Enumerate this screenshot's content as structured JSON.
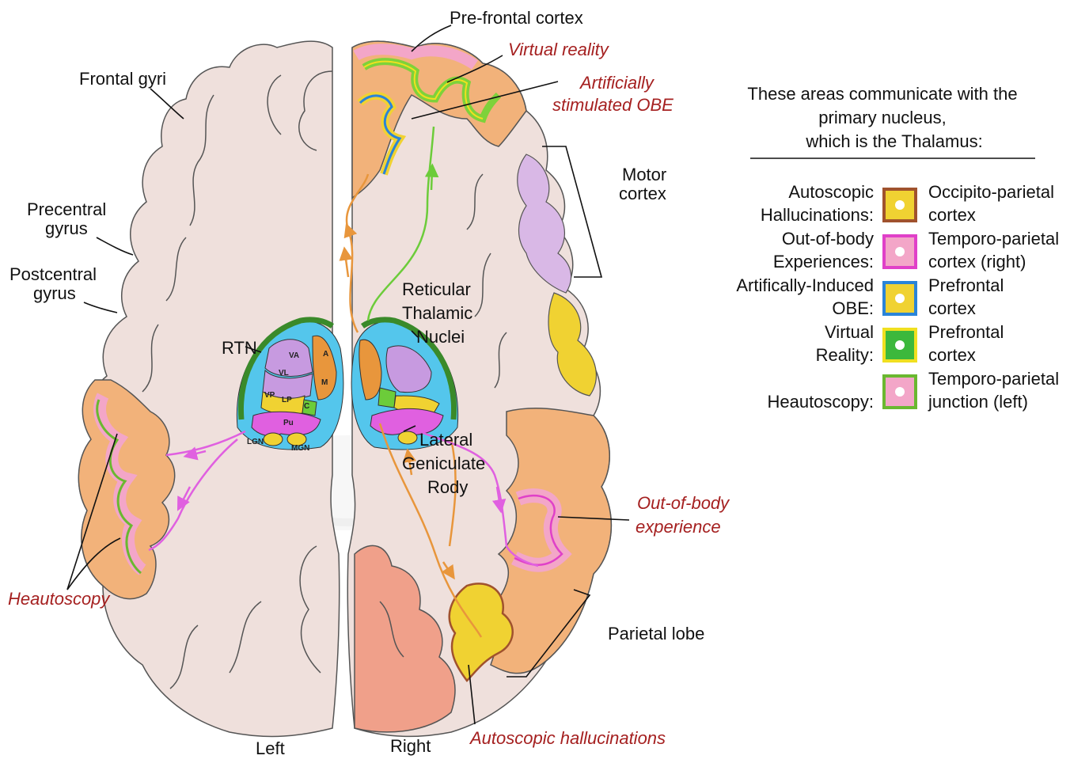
{
  "labels": {
    "prefrontal_cortex": "Pre-frontal cortex",
    "frontal_gyri": "Frontal gyri",
    "precentral_1": "Precentral",
    "precentral_2": "gyrus",
    "postcentral_1": "Postcentral",
    "postcentral_2": "gyrus",
    "motor_1": "Motor",
    "motor_2": "cortex",
    "rtn": "RTN",
    "reticular_1": "Reticular",
    "reticular_2": "Thalamic",
    "reticular_3": "Nuclei",
    "lateral_1": "Lateral",
    "lateral_2": "Geniculate",
    "lateral_3": "Rody",
    "parietal_lobe": "Parietal lobe",
    "left": "Left",
    "right": "Right"
  },
  "annotations": {
    "virtual_reality": "Virtual reality",
    "artificial_1": "Artificially",
    "artificial_2": "stimulated OBE",
    "out_of_body_1": "Out-of-body",
    "out_of_body_2": "experience",
    "heautoscopy": "Heautoscopy",
    "autoscopic": "Autoscopic hallucinations"
  },
  "nuclei": {
    "va": "VA",
    "vl": "VL",
    "vp": "VP",
    "lp": "LP",
    "a": "A",
    "md": "M",
    "c": "C",
    "pu": "Pu",
    "lgn": "LGN",
    "mgn": "MGN"
  },
  "legend": {
    "header_1": "These areas communicate with the",
    "header_2": "primary nucleus,",
    "header_3": "which is the Thalamus:",
    "rows": [
      {
        "left_1": "Autoscopic",
        "left_2": "Hallucinations:",
        "right_1": "Occipito-parietal",
        "right_2": "cortex",
        "border": "#a0522d",
        "fill": "#f0d232",
        "dot": "#ffffff"
      },
      {
        "left_1": "Out-of-body",
        "left_2": "Experiences:",
        "right_1": "Temporo-parietal",
        "right_2": "cortex (right)",
        "border": "#e040c8",
        "fill": "#f3a6c8",
        "dot": "#ffffff"
      },
      {
        "left_1": "Artifically-Induced",
        "left_2": "OBE:",
        "right_1": "Prefrontal",
        "right_2": "cortex",
        "border": "#2a84d8",
        "fill": "#f0d232",
        "dot": "#ffffff"
      },
      {
        "left_1": "Virtual",
        "left_2": "Reality:",
        "right_1": "Prefrontal",
        "right_2": "cortex",
        "border": "#f0e020",
        "fill": "#3cb83c",
        "dot": "#ffffff"
      },
      {
        "left_1": "",
        "left_2": "Heautoscopy:",
        "right_1": "Temporo-parietal",
        "right_2": "junction (left)",
        "border": "#6ab830",
        "fill": "#f3a6c8",
        "dot": "#ffffff"
      }
    ]
  },
  "colors": {
    "cortex": "#efe0dc",
    "cortex_stroke": "#555555",
    "orange": "#f2b27a",
    "pink": "#f3a6c8",
    "lavender": "#d9b8e6",
    "yellow": "#f0d232",
    "salmon": "#f0a08a",
    "green": "#7ed23a",
    "blue": "#2a84d8",
    "path_orange": "#e8963c",
    "path_green": "#6ccc3a",
    "path_magenta": "#e060e0",
    "thalamus_blue": "#54c6ec",
    "thalamus_green": "#3a8a2a",
    "annotation_red": "#a52020"
  }
}
